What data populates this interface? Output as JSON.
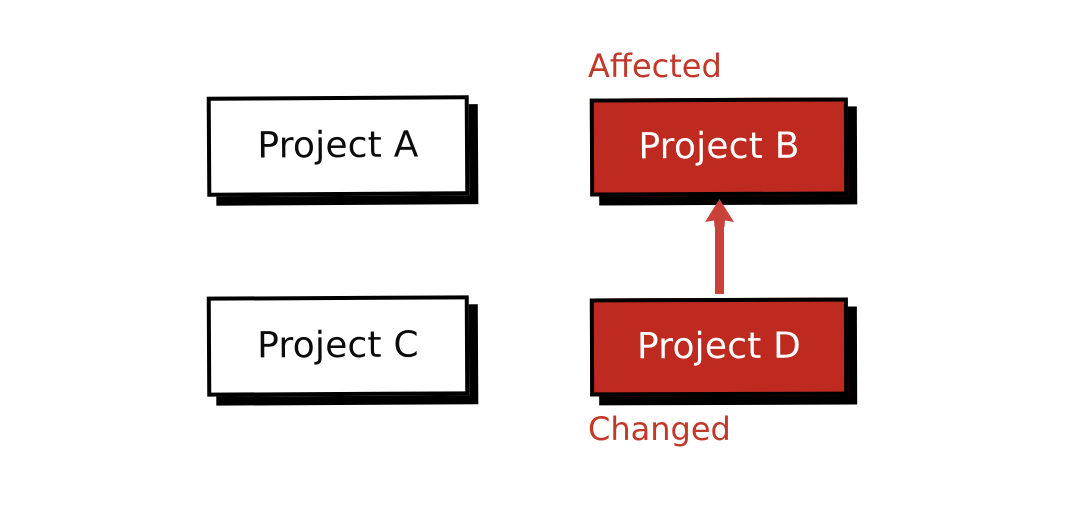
{
  "diagram": {
    "type": "dependency-graph",
    "title_visible": false,
    "background_color": "#ffffff",
    "colors": {
      "highlight_fill": "#bf2a20",
      "highlight_text": "#ffffff",
      "plain_fill": "#ffffff",
      "plain_text": "#0b0b0b",
      "border": "#000000",
      "shadow": "#000000",
      "annotation_text": "#c0392b",
      "arrow": "#c9423a"
    },
    "nodes": [
      {
        "id": "a",
        "label": "Project A",
        "state": "normal"
      },
      {
        "id": "b",
        "label": "Project B",
        "state": "affected"
      },
      {
        "id": "c",
        "label": "Project C",
        "state": "normal"
      },
      {
        "id": "d",
        "label": "Project D",
        "state": "changed"
      }
    ],
    "edges": [
      {
        "id": "d-to-b",
        "from": "Project D",
        "to": "Project B",
        "direction": "up",
        "style": "solid-arrow"
      }
    ],
    "annotations": {
      "affected": "Affected",
      "changed": "Changed"
    }
  }
}
